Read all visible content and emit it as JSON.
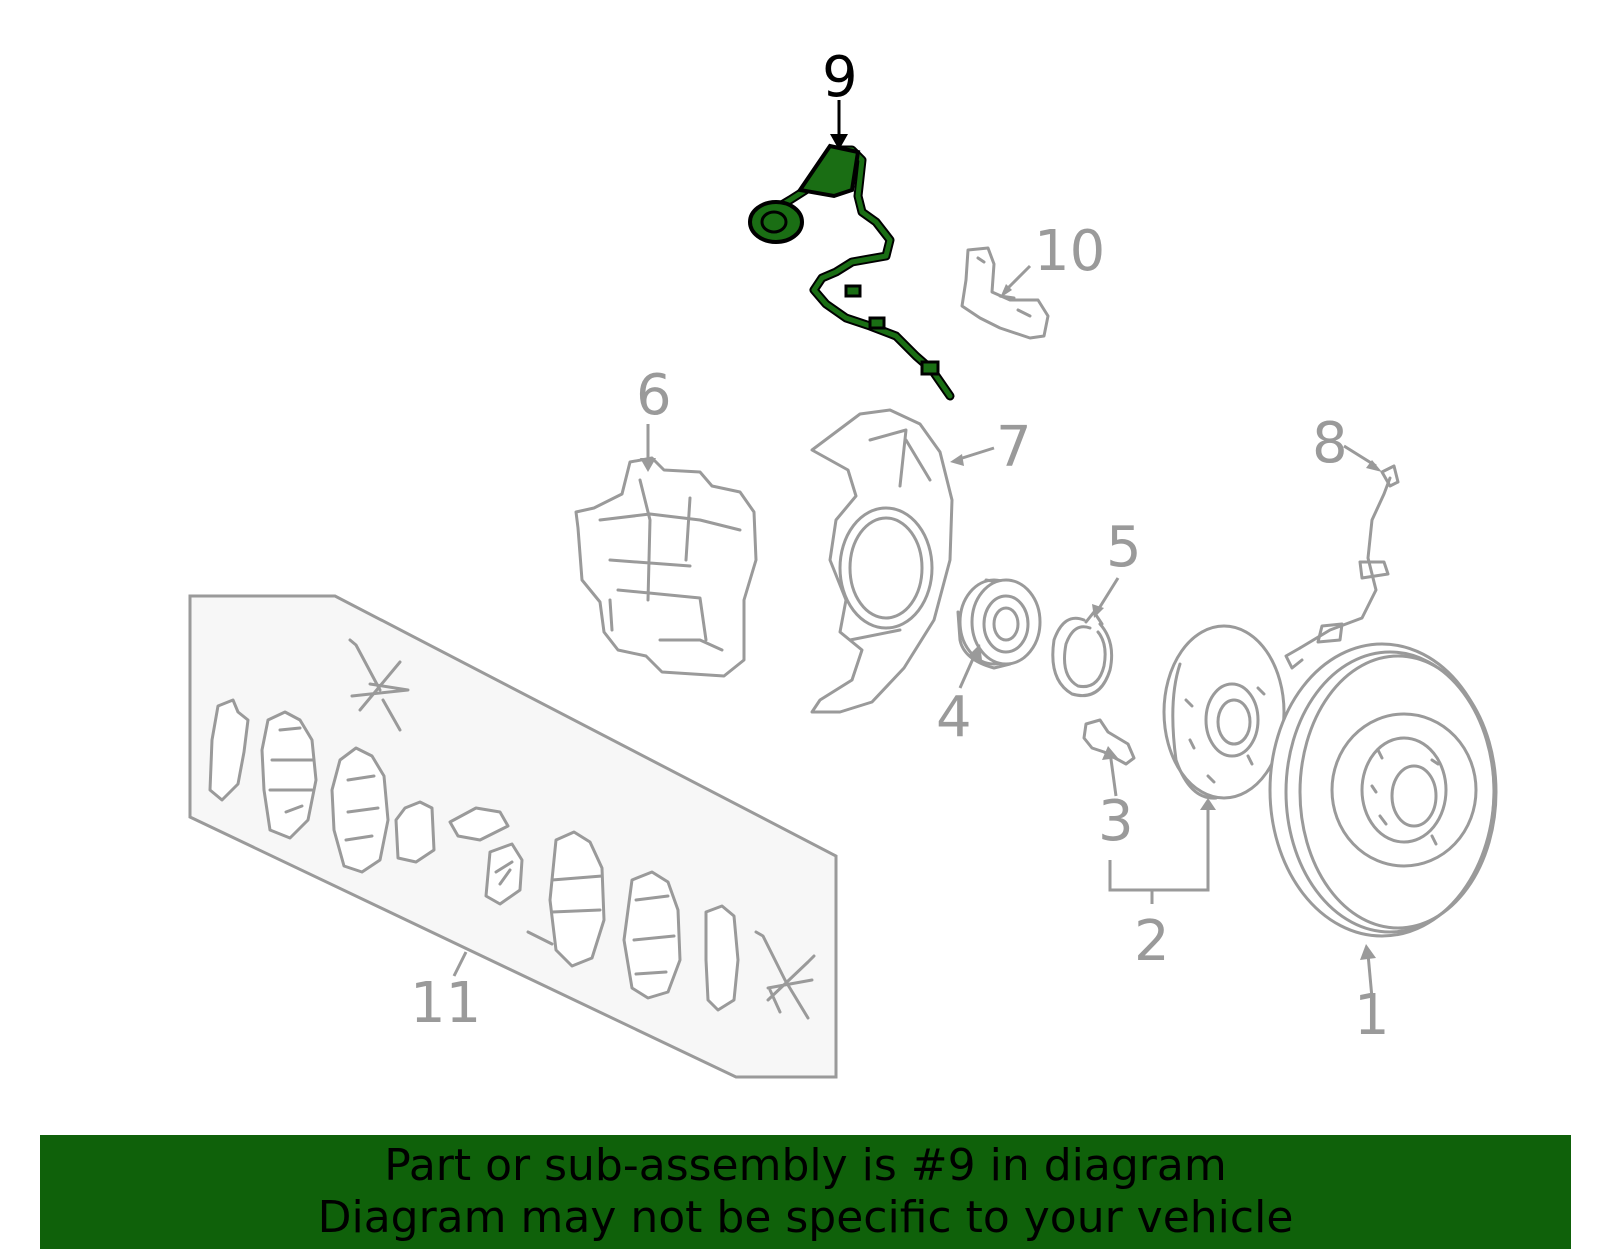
{
  "callouts": {
    "c1": "1",
    "c2": "2",
    "c3": "3",
    "c4": "4",
    "c5": "5",
    "c6": "6",
    "c7": "7",
    "c8": "8",
    "c9": "9",
    "c10": "10",
    "c11": "11"
  },
  "highlight": {
    "part_number": "9",
    "color": "#0f610a"
  },
  "banner": {
    "line1": "Part or sub-assembly is #9 in diagram",
    "line2": "Diagram may not be specific to your vehicle"
  }
}
